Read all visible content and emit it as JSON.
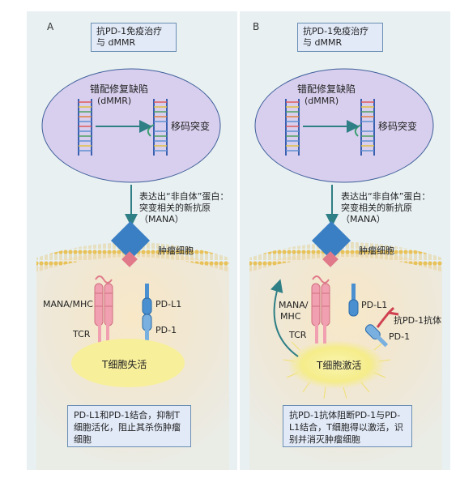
{
  "panel_a": {
    "letter": "A",
    "top_box": [
      "抗PD-1免疫治疗",
      "与 dMMR"
    ],
    "dmmr_label": [
      "错配修复缺陷",
      "(dMMR)"
    ],
    "frameshift": "移码突变",
    "expression": [
      "表达出“非自体”蛋白：",
      "突变相关的新抗原",
      "（MANA）"
    ],
    "tumor_cell": "肿瘤细胞",
    "mana_mhc": "MANA/MHC",
    "tcr": "TCR",
    "pdl1": "PD-L1",
    "pd1": "PD-1",
    "tcell": "T细胞失活",
    "bottom_box": "PD-L1和PD-1结合，抑制T细胞活化，阻止其杀伤肿瘤细胞"
  },
  "panel_b": {
    "letter": "B",
    "top_box": [
      "抗PD-1免疫治疗",
      "与 dMMR"
    ],
    "dmmr_label": [
      "错配修复缺陷",
      "(dMMR)"
    ],
    "frameshift": "移码突变",
    "expression": [
      "表达出“非自体”蛋白：",
      "突变相关的新抗原",
      "（MANA）"
    ],
    "tumor_cell": "肿瘤细胞",
    "mana_mhc": [
      "MANA/",
      "MHC"
    ],
    "tcr": "TCR",
    "pdl1": "PD-L1",
    "pd1": "PD-1",
    "antibody": "抗PD-1抗体",
    "tcell": "T细胞激活",
    "bottom_box": "抗PD-1抗体阻断PD-1与PD-L1结合，T细胞得以激活，识别并消灭肿瘤细胞"
  },
  "colors": {
    "panel_bg": "#e8f0f2",
    "ellipse": "#d8cfee",
    "membrane": "#e8c86a",
    "tumor_diamond": "#3a7fc4",
    "mana_square": "#e07a8a",
    "tcell": "#f7ef9a",
    "receptor_blue": "#4a90d0",
    "tcr_pink": "#f0a0b0",
    "antibody_red": "#d04050",
    "arrow_teal": "#2f7f86"
  }
}
